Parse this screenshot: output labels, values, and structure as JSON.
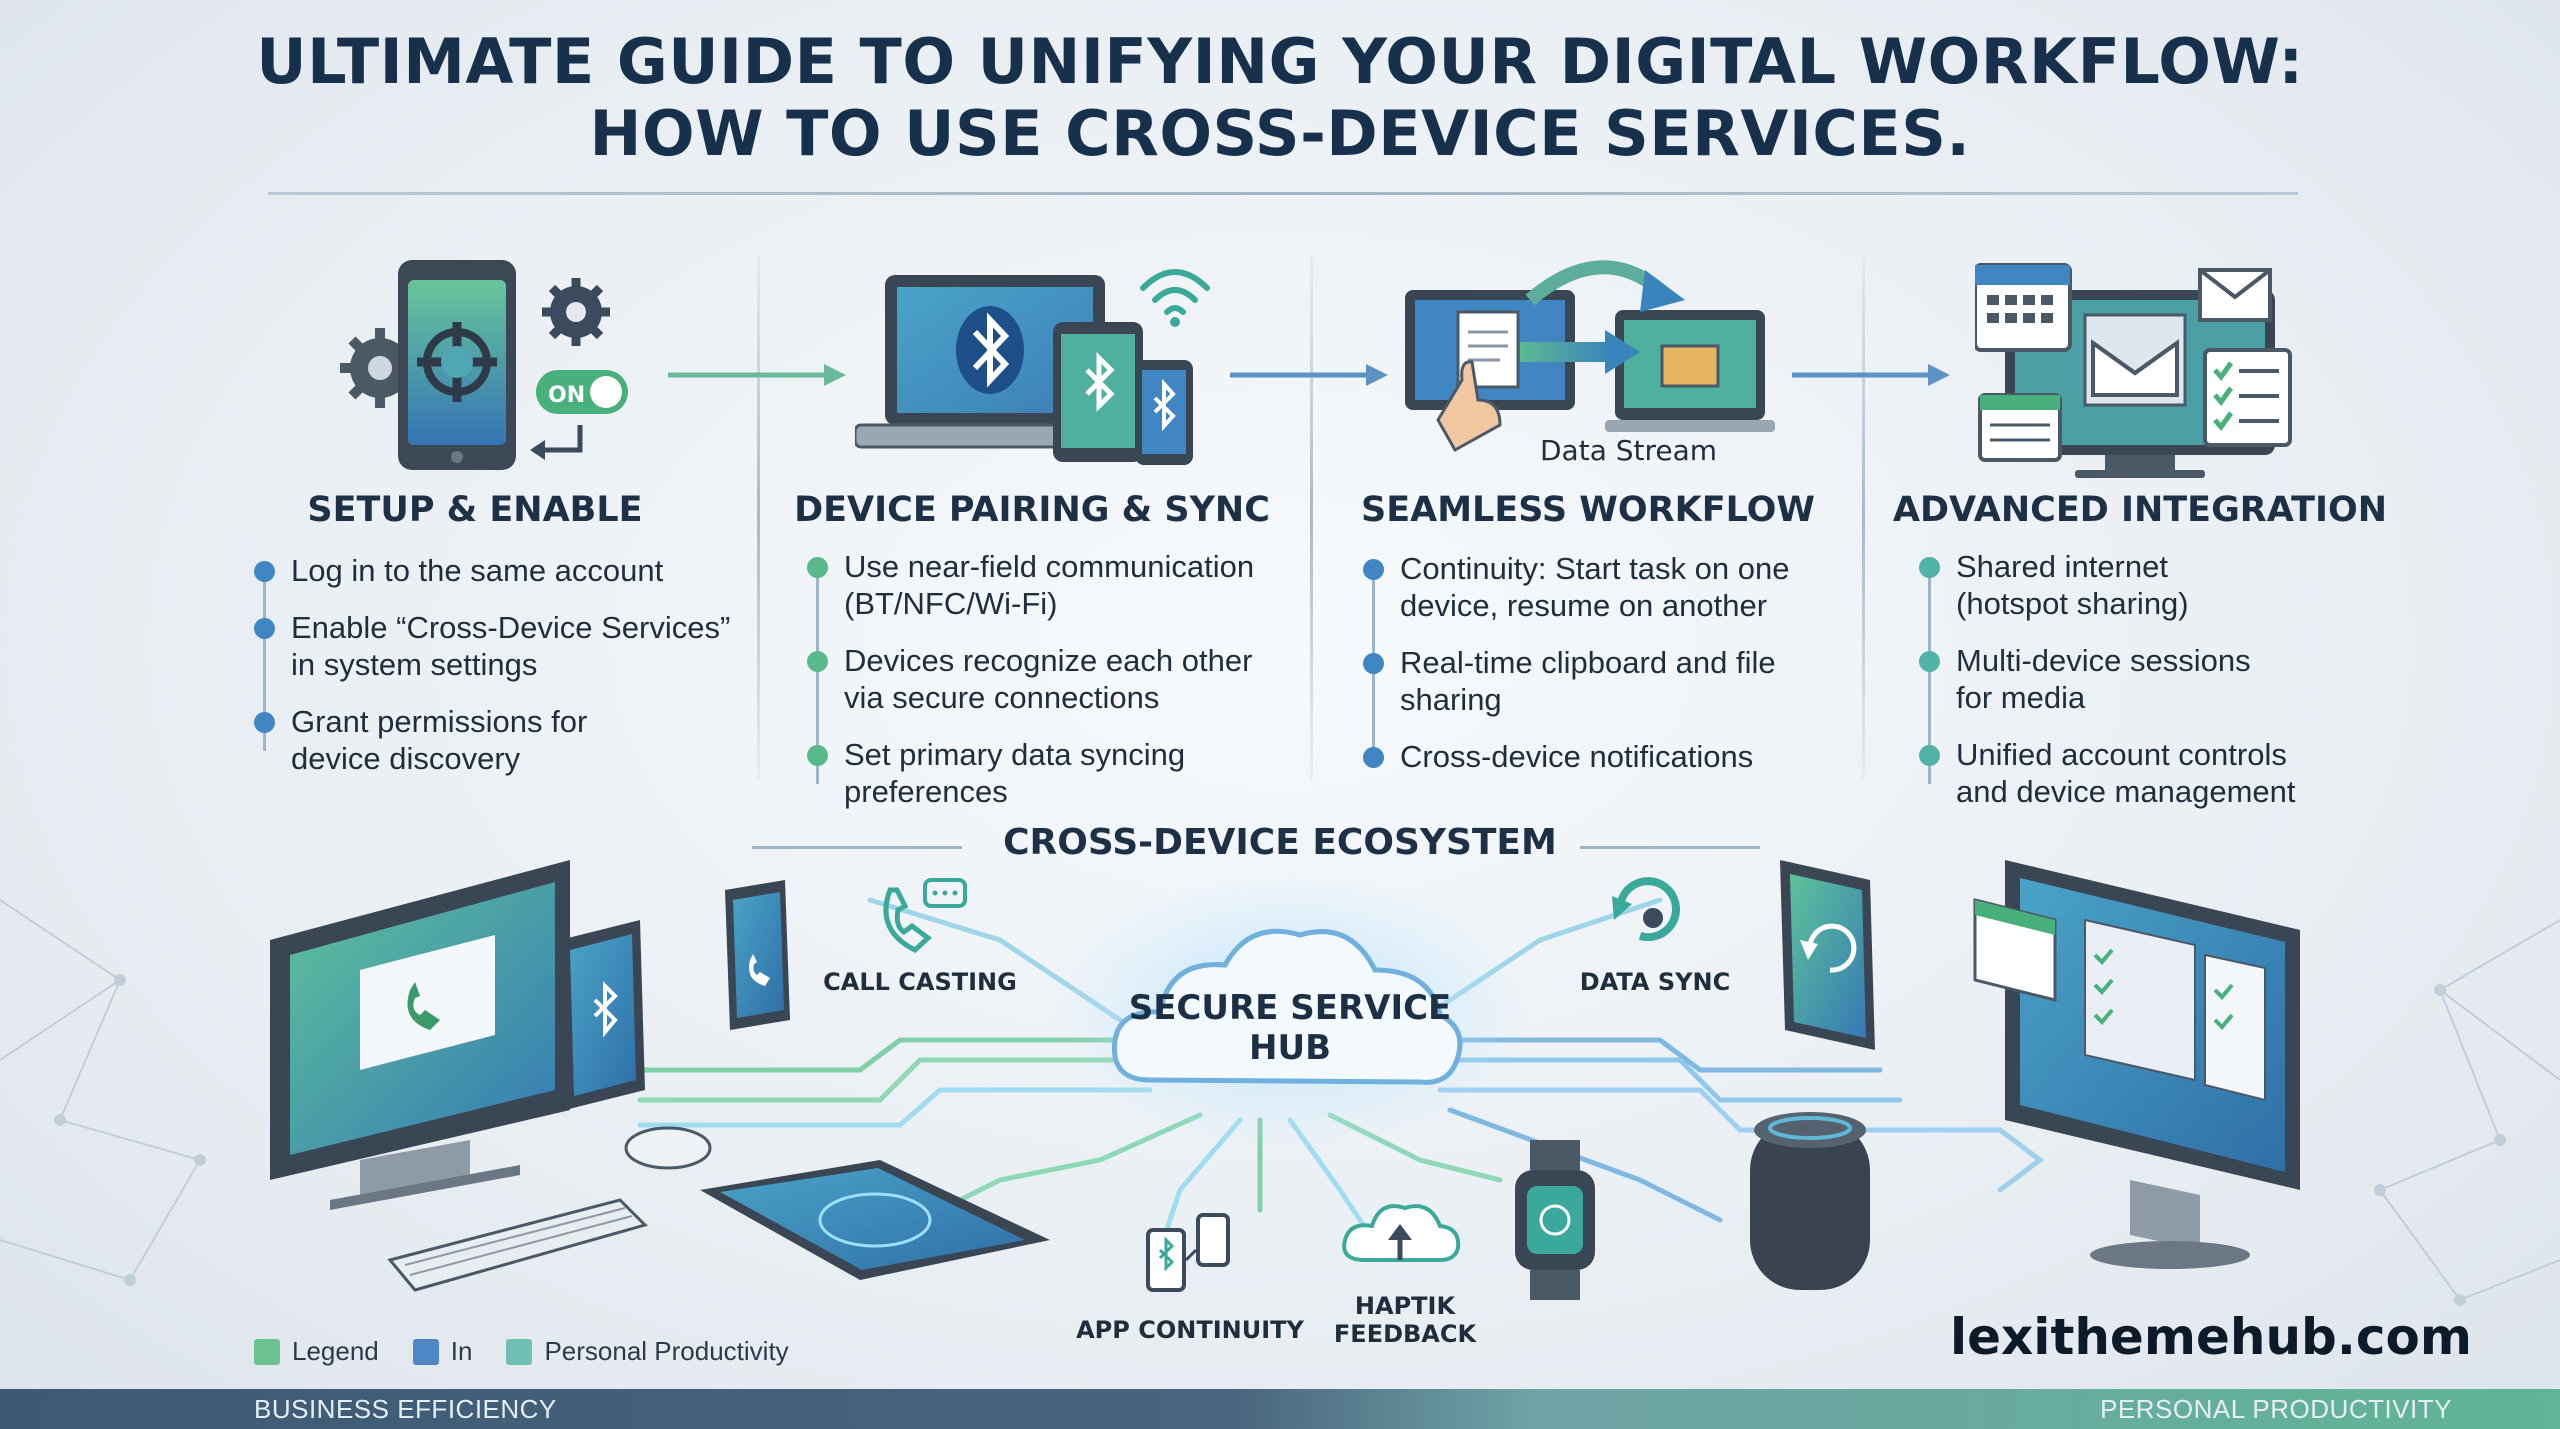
{
  "title": {
    "line1": "ULTIMATE GUIDE TO UNIFYING YOUR DIGITAL WORKFLOW:",
    "line2": "HOW TO USE CROSS-DEVICE SERVICES."
  },
  "steps": [
    {
      "heading": "SETUP & ENABLE",
      "icon": "phone-settings-icon",
      "toggle_label": "ON",
      "bullets": [
        "Log in to the same account",
        "Enable “Cross-Device Services” in system settings",
        "Grant permissions for device discovery"
      ]
    },
    {
      "heading": "DEVICE PAIRING & SYNC",
      "icon": "bluetooth-devices-icon",
      "bullets": [
        "Use near-field communication (BT/NFC/Wi-Fi)",
        "Devices recognize each other via secure connections",
        "Set primary data syncing preferences"
      ]
    },
    {
      "heading": "SEAMLESS WORKFLOW",
      "icon": "file-transfer-icon",
      "icon_caption": "Data Stream",
      "bullets": [
        "Continuity: Start task on one device, resume on another",
        "Real-time clipboard and file sharing",
        "Cross-device notifications"
      ]
    },
    {
      "heading": "ADVANCED INTEGRATION",
      "icon": "dashboard-monitor-icon",
      "bullets": [
        "Shared internet (hotspot sharing)",
        "Multi-device sessions for media",
        "Unified account controls and device management"
      ]
    }
  ],
  "ecosystem": {
    "title": "CROSS-DEVICE ECOSYSTEM",
    "hub": "SECURE SERVICE HUB",
    "nodes": {
      "call_casting": "CALL CASTING",
      "data_sync": "DATA SYNC",
      "app_continuity": "APP CONTINUITY",
      "haptik_feedback": "HAPTIK FEEDBACK"
    }
  },
  "legend": [
    {
      "label": "Legend",
      "color": "#6cc391"
    },
    {
      "label": "In",
      "color": "#4f86c6"
    },
    {
      "label": "Personal Productivity",
      "color": "#6fbfb4"
    }
  ],
  "watermark": "lexithemehub.com",
  "footer": {
    "left": "BUSINESS EFFICIENCY",
    "right": "PERSONAL PRODUCTIVITY"
  },
  "colors": {
    "navy": "#17314d",
    "blue": "#3f7fc1",
    "green": "#58b98a",
    "teal": "#4fb3a7"
  }
}
